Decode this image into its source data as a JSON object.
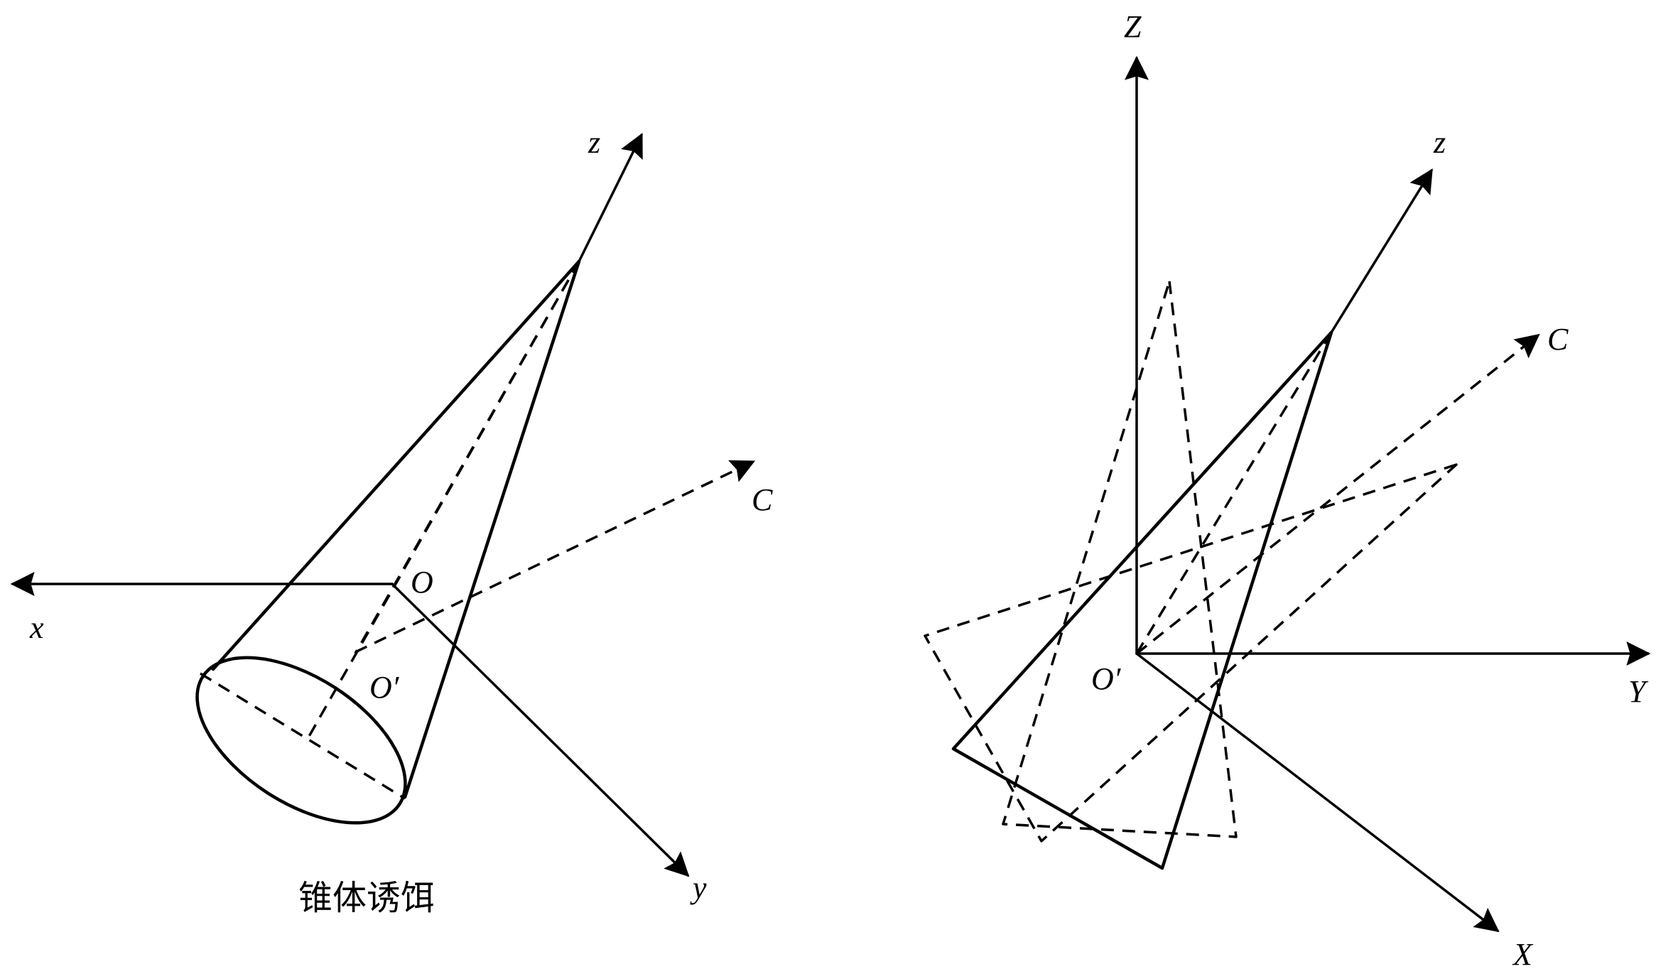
{
  "left_figure": {
    "labels": {
      "x": "x",
      "y": "y",
      "z": "z",
      "c": "C",
      "o": "O",
      "o_prime": "O′"
    },
    "caption": "锥体诱饵"
  },
  "right_figure": {
    "labels": {
      "X": "X",
      "Y": "Y",
      "Z": "Z",
      "z": "z",
      "c": "C",
      "o_prime": "O′"
    }
  }
}
